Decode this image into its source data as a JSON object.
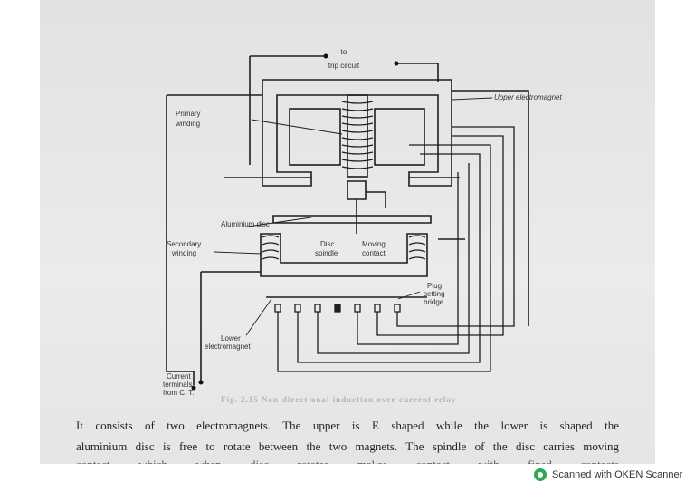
{
  "diagram": {
    "labels": {
      "trip_to": "to",
      "trip_circuit": "trip circuit",
      "upper_em": "Upper electromagnet",
      "primary_1": "Primary",
      "primary_2": "winding",
      "al_disc": "Aluminium disc",
      "secondary_1": "Secondary",
      "secondary_2": "winding",
      "disc_1": "Disc",
      "disc_2": "spindle",
      "moving_1": "Moving",
      "moving_2": "contact",
      "plug_1": "Plug",
      "plug_2": "setting",
      "plug_3": "bridge",
      "lower_1": "Lower",
      "lower_2": "electromagnet",
      "current_1": "Current",
      "current_2": "terminals",
      "current_3": "from C. T."
    }
  },
  "caption_fragment": "Fig. 2.15 Non-directional induction over-current relay",
  "body_text": {
    "line1": "It consists of two electromagnets. The upper is E shaped while the lower is shaped the",
    "line2": "aluminium disc is free to rotate between the two magnets. The spindle of the disc carries moving",
    "line3": "contact which when disc rotates makes contact with fixed contacts"
  },
  "footer": {
    "scanner_text": "Scanned with OKEN Scanner",
    "logo_color": "#2fa84f"
  }
}
